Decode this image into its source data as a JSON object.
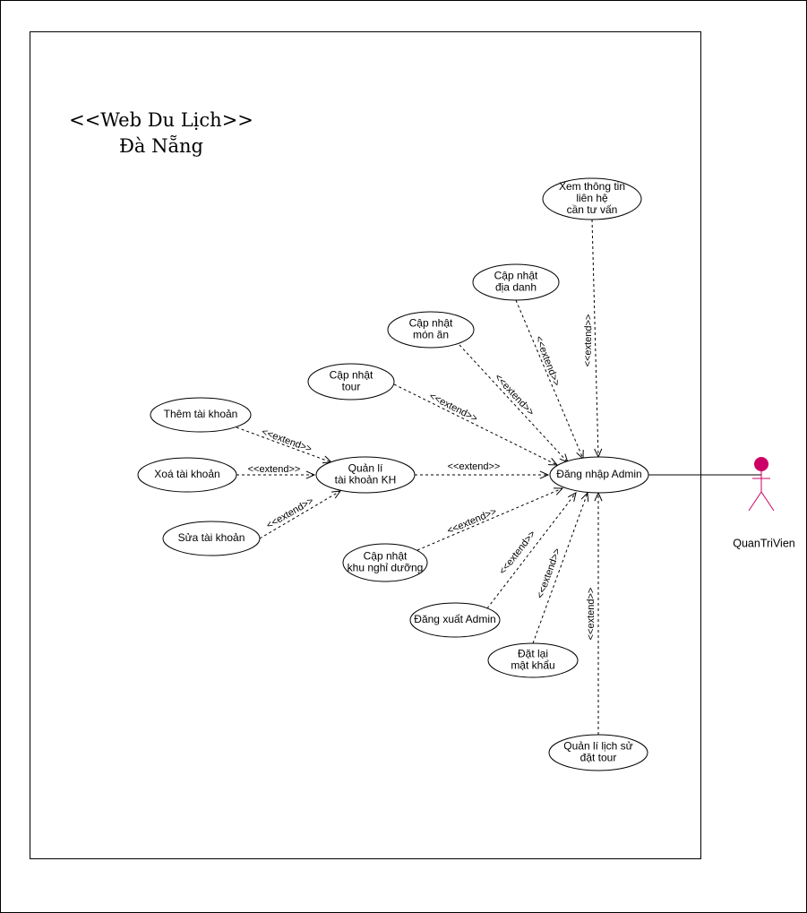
{
  "system": {
    "title_line1": "<<Web Du Lịch>>",
    "title_line2": "Đà Nẵng"
  },
  "actor": {
    "name": "QuanTriVien",
    "color": "#cc0066"
  },
  "extend_label": "<<extend>>",
  "use_cases": {
    "dang_nhap_admin": [
      "Đăng nhập Admin"
    ],
    "xem_thong_tin": [
      "Xem thông tin",
      "liên hệ",
      "cần tư vấn"
    ],
    "cap_nhat_dia_danh": [
      "Cập nhật",
      "địa danh"
    ],
    "cap_nhat_mon_an": [
      "Cập nhật",
      "món ăn"
    ],
    "cap_nhat_tour": [
      "Cập nhật",
      "tour"
    ],
    "them_tai_khoan": [
      "Thêm tài khoản"
    ],
    "xoa_tai_khoan": [
      "Xoá tài khoản"
    ],
    "sua_tai_khoan": [
      "Sửa tài khoản"
    ],
    "quan_li_tai_khoan": [
      "Quản lí",
      "tài khoản KH"
    ],
    "cap_nhat_khu_nghi_duong": [
      "Cập nhật",
      "khu nghỉ dưỡng"
    ],
    "dang_xuat_admin": [
      "Đăng xuất Admin"
    ],
    "dat_lai_mat_khau": [
      "Đặt lại",
      "mật khẩu"
    ],
    "quan_li_lich_su": [
      "Quản lí lịch sử",
      "đặt tour"
    ]
  }
}
